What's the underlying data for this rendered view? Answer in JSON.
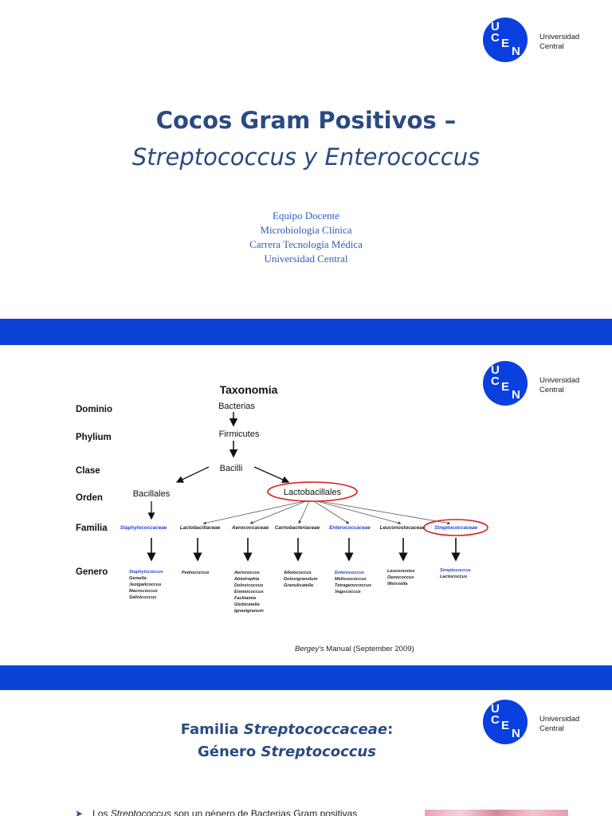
{
  "logo": {
    "letters": [
      "U",
      "C",
      "E",
      "N"
    ],
    "line1": "Universidad",
    "line2": "Central",
    "color": "#0a3fe0"
  },
  "slide1": {
    "title": "Cocos Gram Positivos –",
    "subtitle": "Streptococcus y Enterococcus",
    "credits": [
      "Equipo Docente",
      "Microbiologia Clínica",
      "Carrera Tecnología Médica",
      "Universidad Central"
    ]
  },
  "slide2": {
    "heading": "Taxonomia",
    "ranks": [
      "Dominio",
      "Phylium",
      "Clase",
      "Orden",
      "Familia",
      "Genero"
    ],
    "bacterias": "Bacterias",
    "firmicutes": "Firmicutes",
    "bacilli": "Bacilli",
    "bacillales": "Bacillales",
    "lactobacillales": "Lactobacillales",
    "families": [
      "Staphylococcaceae",
      "Lactobacillaceae",
      "Aerococcaceae",
      "Carnobacteriaceae",
      "Enterococcaceae",
      "Leuconostocaceae",
      "Streptococcaceae"
    ],
    "genera": [
      [
        "Staphylococcus",
        "Gemella",
        "Jeotgalicoccus",
        "Macrococcus",
        "Salinicoccus"
      ],
      [
        "Pediococcus"
      ],
      [
        "Aerococcus",
        "Abiotrophia",
        "Dolosicoccus",
        "Eremococcus",
        "Facklamia",
        "Globicatella",
        "Ignavigranum"
      ],
      [
        "Alloiococcus",
        "Dolosigranulum",
        "Granulicatella"
      ],
      [
        "Enterococcus",
        "Melissococcus",
        "Tetragenococcus",
        "Vagococcus"
      ],
      [
        "Leuconostoc",
        "Oenococcus",
        "Weissella"
      ],
      [
        "Streptococcus",
        "Lactococcus"
      ]
    ],
    "citation_italic": "Bergey's",
    "citation_rest": " Manual (September 2009)",
    "highlight_color": "#d81e1e",
    "link_color": "#1f3fd8"
  },
  "slide3": {
    "title_prefix": "Familia ",
    "title_italic": "Streptococcaceae",
    "title_suffix": ":",
    "line2_prefix": "Género ",
    "line2_italic": "Streptococcus",
    "bullet_prefix": "Los ",
    "bullet_italic": "Streptococcus",
    "bullet_rest": " son un género de Bacterias Gram positivas"
  },
  "divider_color": "#0a43d6"
}
